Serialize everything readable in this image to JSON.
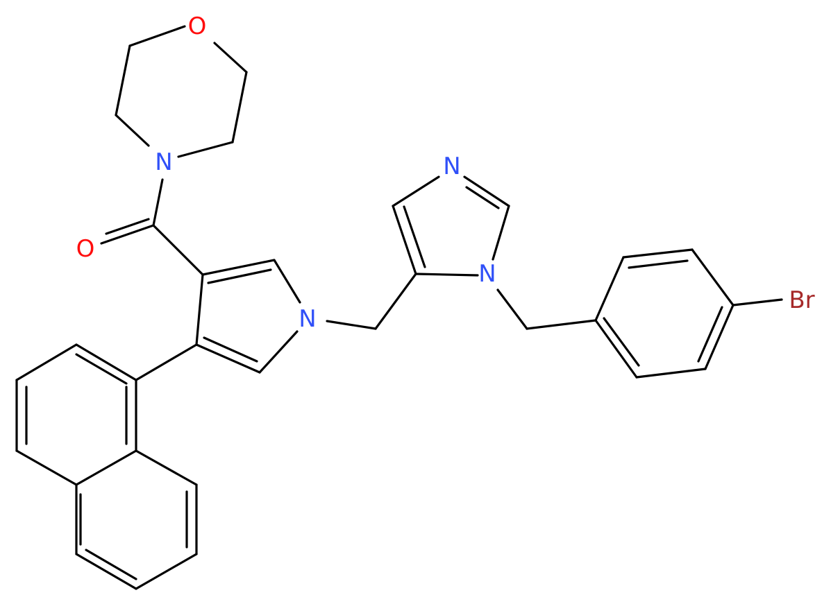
{
  "atoms": {
    "morpholine_o": {
      "label": "O",
      "color": "#ff0d0d"
    },
    "morpholine_n": {
      "label": "N",
      "color": "#3050f8"
    },
    "carbonyl_o": {
      "label": "O",
      "color": "#ff0d0d"
    },
    "pyrrole_n": {
      "label": "N",
      "color": "#3050f8"
    },
    "imidazole_n3": {
      "label": "N",
      "color": "#3050f8"
    },
    "imidazole_n1": {
      "label": "N",
      "color": "#3050f8"
    },
    "bromine": {
      "label": "Br",
      "color": "#a62929"
    }
  }
}
